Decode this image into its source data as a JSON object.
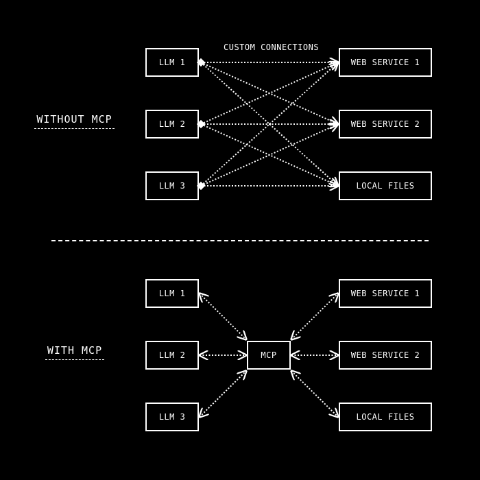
{
  "colors": {
    "background": "#000000",
    "foreground": "#ffffff"
  },
  "without_mcp": {
    "section_label": "WITHOUT MCP",
    "caption": "CUSTOM CONNECTIONS",
    "left_nodes": [
      "LLM 1",
      "LLM 2",
      "LLM 3"
    ],
    "right_nodes": [
      "WEB SERVICE 1",
      "WEB SERVICE 2",
      "LOCAL FILES"
    ]
  },
  "with_mcp": {
    "section_label": "WITH MCP",
    "hub": "MCP",
    "left_nodes": [
      "LLM 1",
      "LLM 2",
      "LLM 3"
    ],
    "right_nodes": [
      "WEB SERVICE 1",
      "WEB SERVICE 2",
      "LOCAL FILES"
    ]
  }
}
